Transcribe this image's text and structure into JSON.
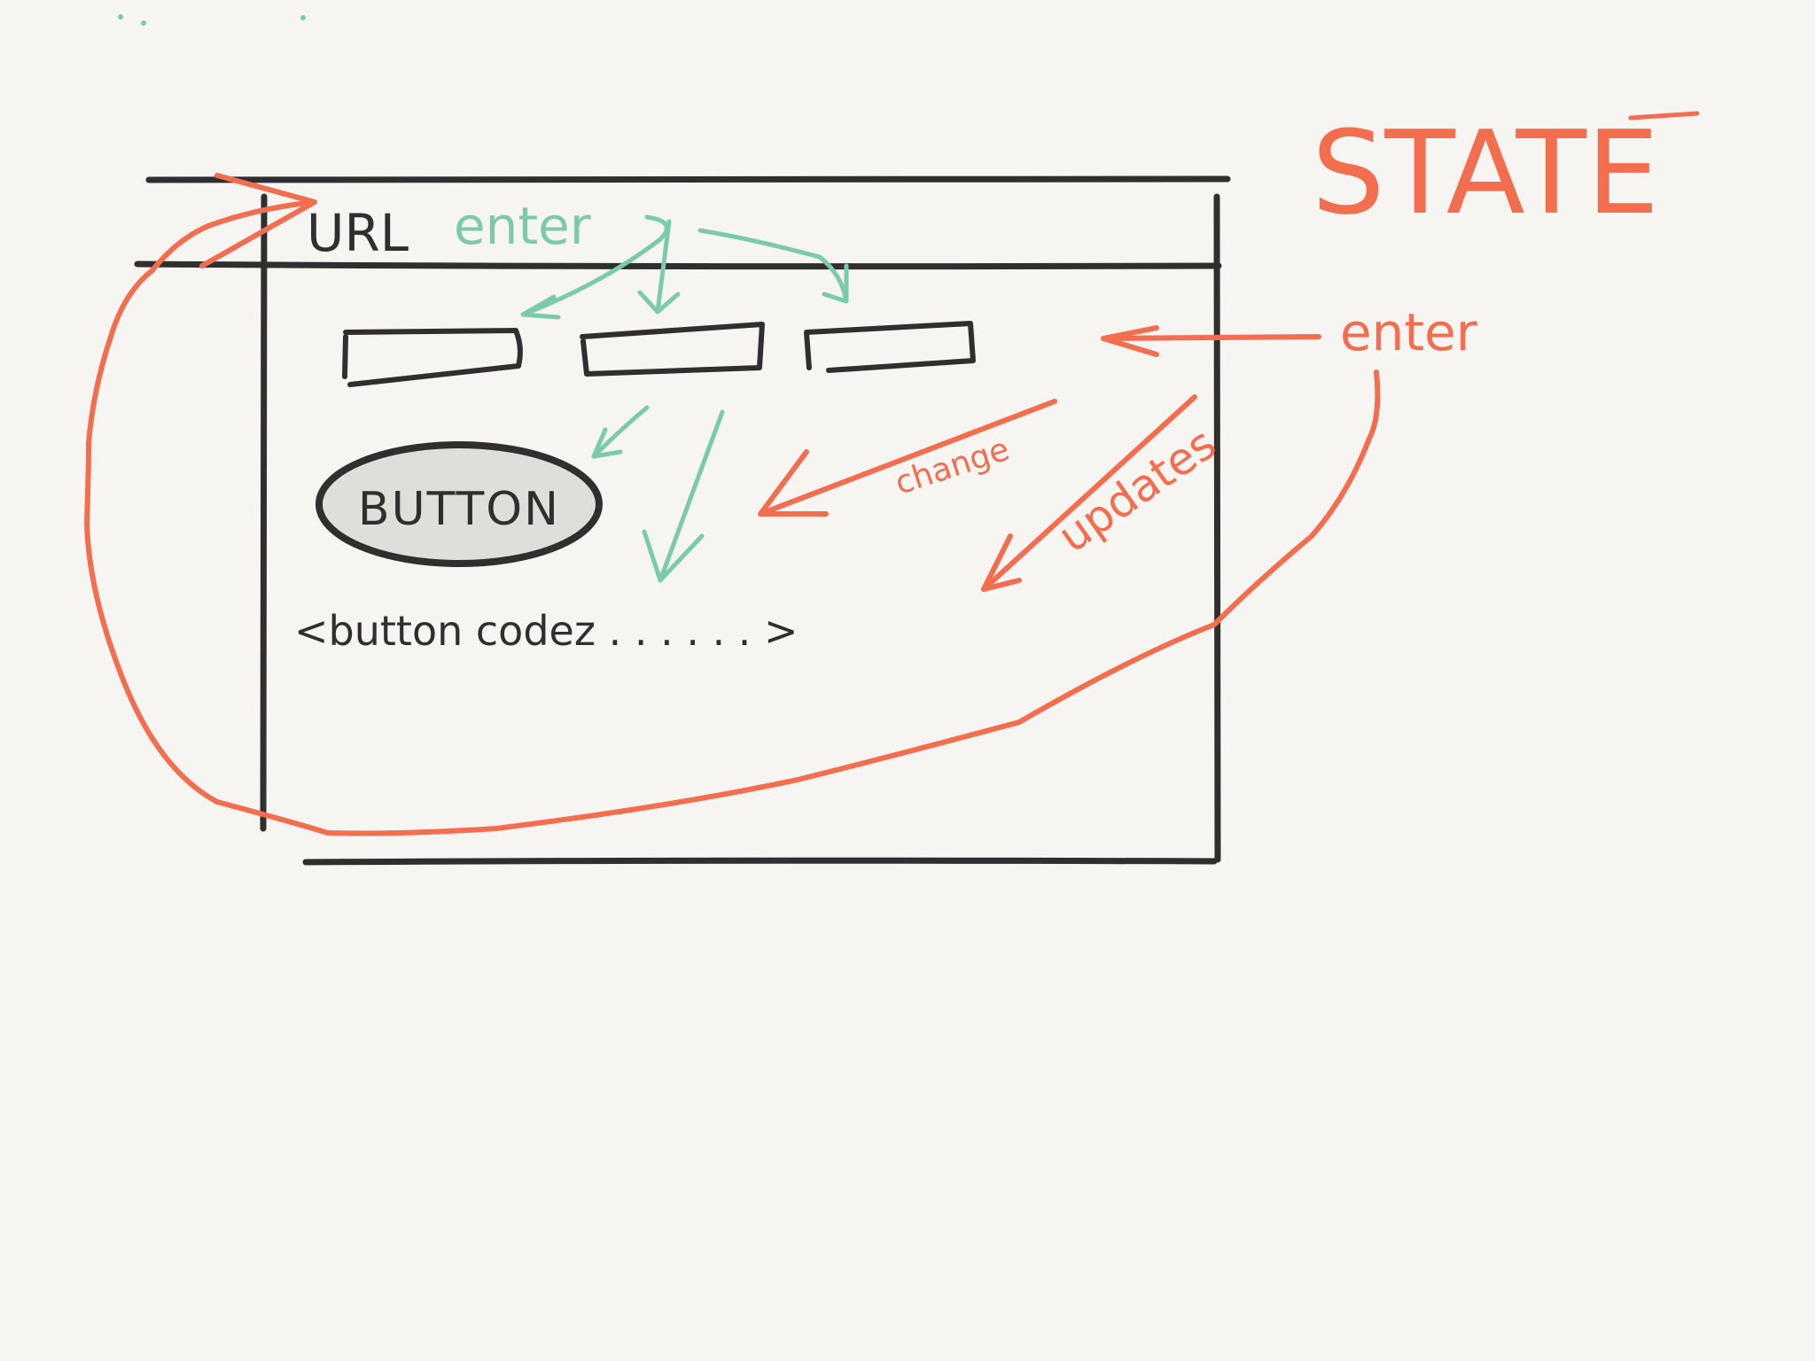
{
  "colors": {
    "ink": "#2f2f2f",
    "teal": "#7ccaad",
    "orange": "#f36d4f",
    "paper": "#f6f5f1",
    "button_fill": "#dededb"
  },
  "labels": {
    "url": "URL",
    "url_enter": "enter",
    "state": "STATE",
    "state_enter": "enter",
    "change": "change",
    "updates": "updates",
    "button": "BUTTON",
    "code": "<button codez . . . . . . >"
  }
}
